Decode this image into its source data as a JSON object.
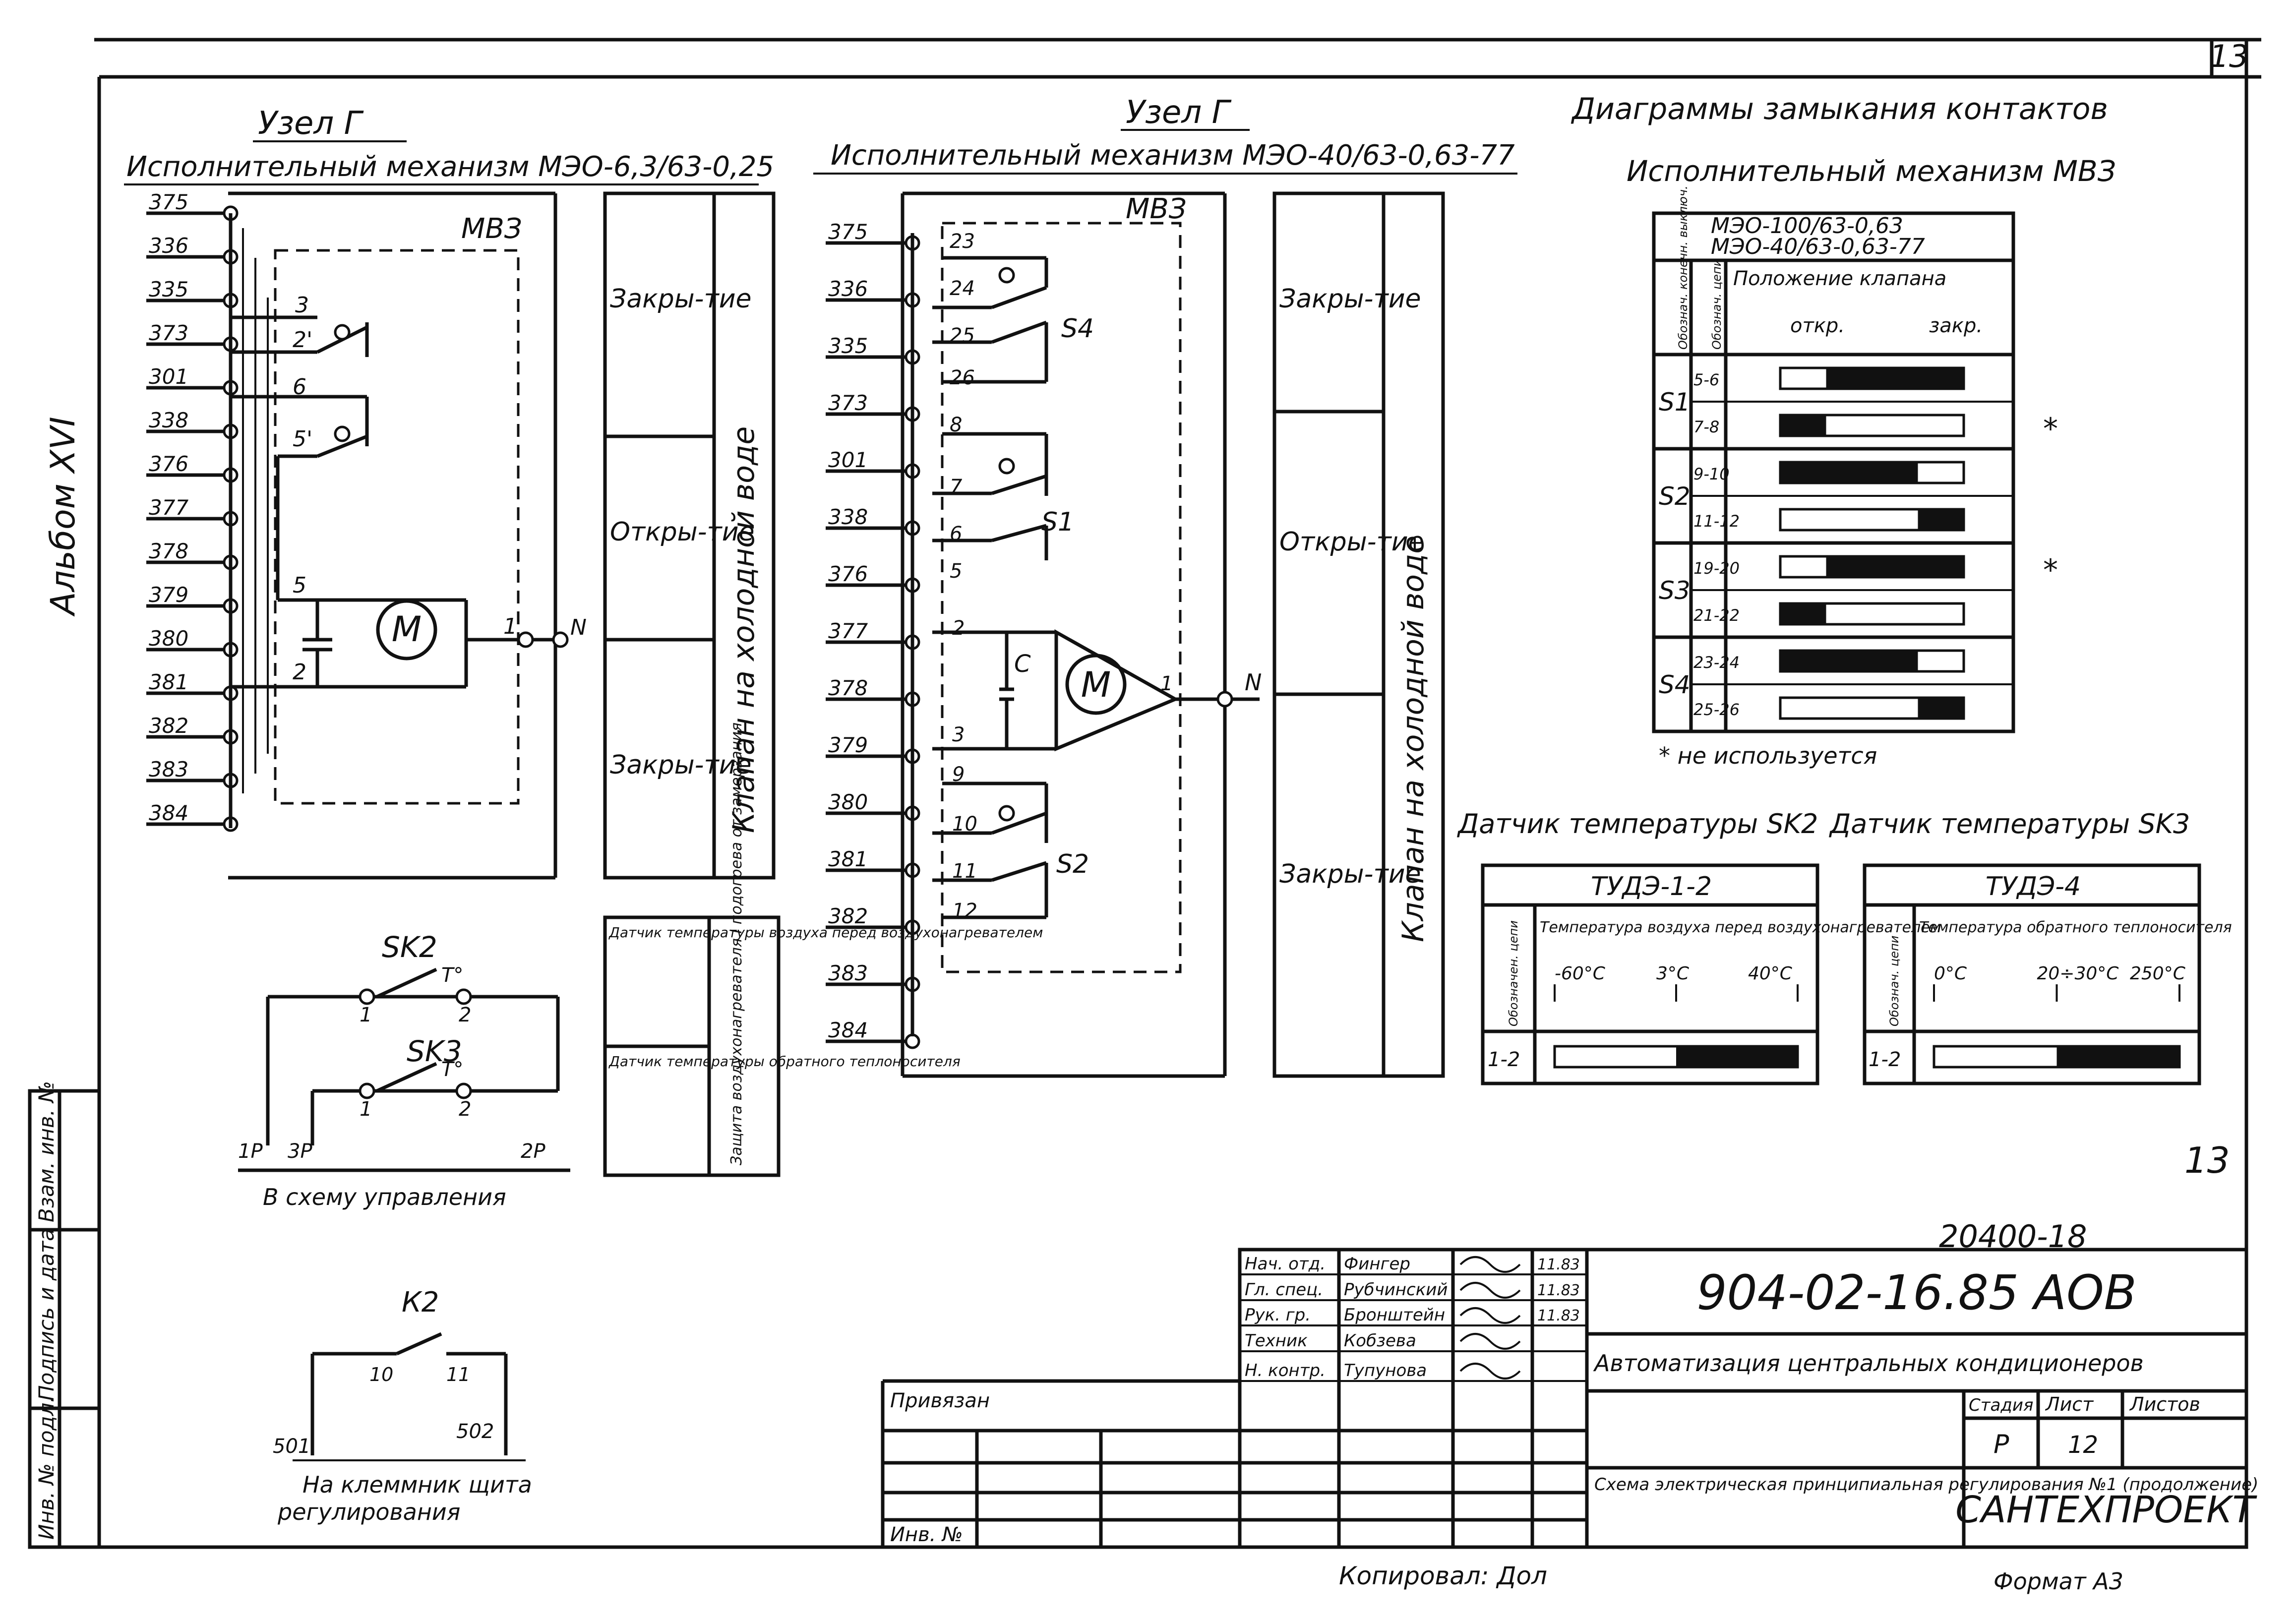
{
  "sheet": {
    "page_number": "13",
    "page_number_lower": "13",
    "album": "Альбом XVI",
    "copy_note": "Копировал: Дол",
    "format": "Формат А3",
    "reg_number": "20400-18"
  },
  "left_mechanism": {
    "heading": "Узел Г",
    "subtitle": "Исполнительный механизм МЭО-6,3/63-0,25",
    "block": "МВЗ",
    "terminals": [
      "375",
      "336",
      "335",
      "373",
      "301",
      "338",
      "376",
      "377",
      "378",
      "379",
      "380",
      "381",
      "382",
      "383",
      "384"
    ],
    "contacts": [
      "3",
      "2'",
      "6",
      "5'",
      "5",
      "2",
      "1"
    ],
    "neutral": "N",
    "motor": "М",
    "function_labels": [
      "Закры-тие",
      "Откры-тие",
      "Закры-тие"
    ],
    "valve_label": "Клапан на холодной воде"
  },
  "mid_mechanism": {
    "heading": "Узел Г",
    "subtitle": "Исполнительный механизм МЭО-40/63-0,63-77",
    "block": "МВЗ",
    "terminals": [
      "375",
      "336",
      "335",
      "373",
      "301",
      "338",
      "376",
      "377",
      "378",
      "379",
      "380",
      "381",
      "382",
      "383",
      "384"
    ],
    "contacts": [
      "23",
      "24",
      "25",
      "26",
      "8",
      "7",
      "6",
      "5",
      "2",
      "3",
      "9",
      "10",
      "11",
      "12",
      "1"
    ],
    "switches": [
      "S4",
      "S1",
      "S2"
    ],
    "capacitor": "C",
    "motor": "М",
    "neutral": "N",
    "function_labels": [
      "Закры-тие",
      "Откры-тие",
      "Закры-тие"
    ],
    "valve_label": "Клапан на холодной воде"
  },
  "sensor_note": {
    "left": "Датчик температуры воздуха перед воздухонагревателем",
    "left2": "Датчик температуры обратного теплоносителя",
    "right": "Защита воздухонагревателя I подогрева от замерзания"
  },
  "sk_circuit": {
    "sk2": "SK2",
    "sk3": "SK3",
    "t_mark": "T°",
    "pins": [
      "1",
      "2",
      "1",
      "2"
    ],
    "ends": [
      "1Р",
      "3Р",
      "2Р"
    ],
    "caption": "В схему управления"
  },
  "k2_circuit": {
    "relay": "К2",
    "pins": [
      "10",
      "11"
    ],
    "ends": [
      "501",
      "502"
    ],
    "caption_line1": "На клеммник щита",
    "caption_line2": "регулирования"
  },
  "contact_diagram": {
    "title": "Диаграммы замыкания контактов",
    "subtitle": "Исполнительный механизм МВЗ",
    "models_line1": "МЭО-100/63-0,63",
    "models_line2": "МЭО-40/63-0,63-77",
    "col_header": "Обознач. конечн. выключ.",
    "col_header2": "Обознач. цепи",
    "position_header": "Положение клапана",
    "open": "откр.",
    "closed": "закр.",
    "note": "* не используется",
    "groups": [
      {
        "switch": "S1",
        "rows": [
          {
            "circuit": "5-6",
            "bar_start": 0.25,
            "bar_end": 1.0,
            "star": false
          },
          {
            "circuit": "7-8",
            "bar_start": 0.0,
            "bar_end": 0.25,
            "star": true
          }
        ]
      },
      {
        "switch": "S2",
        "rows": [
          {
            "circuit": "9-10",
            "bar_start": 0.0,
            "bar_end": 0.75,
            "star": false
          },
          {
            "circuit": "11-12",
            "bar_start": 0.75,
            "bar_end": 1.0,
            "star": false
          }
        ]
      },
      {
        "switch": "S3",
        "rows": [
          {
            "circuit": "19-20",
            "bar_start": 0.25,
            "bar_end": 1.0,
            "star": true
          },
          {
            "circuit": "21-22",
            "bar_start": 0.0,
            "bar_end": 0.25,
            "star": false
          }
        ]
      },
      {
        "switch": "S4",
        "rows": [
          {
            "circuit": "23-24",
            "bar_start": 0.0,
            "bar_end": 0.75,
            "star": false
          },
          {
            "circuit": "25-26",
            "bar_start": 0.75,
            "bar_end": 1.0,
            "star": false
          }
        ]
      }
    ]
  },
  "sensor_sk2": {
    "title": "Датчик температуры SK2",
    "model": "ТУДЭ-1-2",
    "header": "Температура воздуха перед воздухонагревателем",
    "circuit_header": "Обозначен. цепи",
    "ticks": [
      "-60°C",
      "3°C",
      "40°C"
    ],
    "circuit": "1-2",
    "bar_start": 0.5,
    "bar_end": 1.0
  },
  "sensor_sk3": {
    "title": "Датчик температуры SK3",
    "model": "ТУДЭ-4",
    "header": "Температура обратного теплоносителя",
    "circuit_header": "Обознач. цепи",
    "ticks": [
      "0°C",
      "20÷30°C",
      "250°C"
    ],
    "circuit": "1-2",
    "bar_start": 0.5,
    "bar_end": 1.0
  },
  "title_block": {
    "code": "904-02-16.85 АОВ",
    "project": "Автоматизация центральных кондиционеров",
    "drawing": "Схема электрическая принципиальная регулирования №1 (продолжение)",
    "org": "САНТЕХПРОЕКТ",
    "stage_label": "Стадия",
    "sheet_label": "Лист",
    "sheets_label": "Листов",
    "stage": "Р",
    "sheet": "12",
    "bound_label": "Привязан",
    "inv_label": "Инв. №",
    "staff": [
      {
        "role": "Нач. отд.",
        "name": "Фингер",
        "date": "11.83"
      },
      {
        "role": "Гл. спец.",
        "name": "Рубчинский",
        "date": "11.83"
      },
      {
        "role": "Рук. гр.",
        "name": "Бронштейн",
        "date": "11.83"
      },
      {
        "role": "Техник",
        "name": "Кобзева",
        "date": ""
      },
      {
        "role": "Н. контр.",
        "name": "Тупунова",
        "date": ""
      }
    ],
    "side_labels": [
      "Инв. № подл.",
      "Подпись и дата",
      "Взам. инв. №"
    ]
  }
}
